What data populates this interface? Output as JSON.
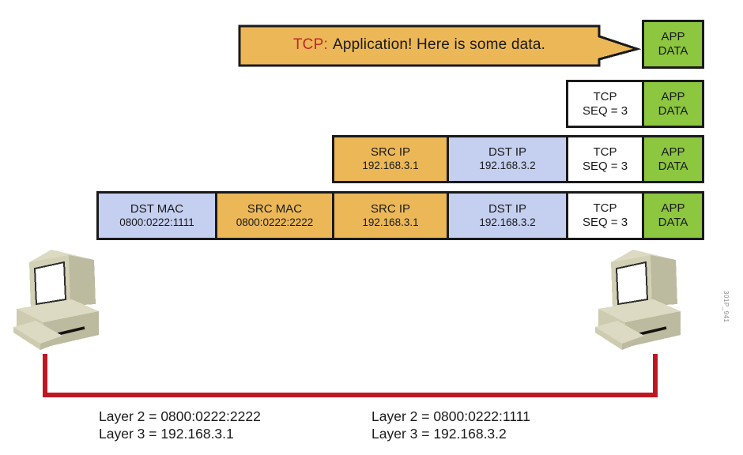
{
  "colors": {
    "orange": "#ECB857",
    "green": "#8DC63F",
    "blue": "#C5CFF0",
    "white": "#FFFFFF",
    "border": "#1A1A1A",
    "red-text": "#C1272D",
    "cable": "#BF1722",
    "text": "#1A1A1A",
    "beige-top": "#DCDAC2",
    "beige-front": "#D2D0B5",
    "beige-side": "#BCBA9F",
    "watermark": "#8A8A8A"
  },
  "callout": {
    "prefix": "TCP:",
    "message": "Application! Here is some data."
  },
  "rows": [
    {
      "cells": [
        {
          "line1": "APP",
          "line2": "DATA"
        }
      ]
    },
    {
      "cells": [
        {
          "line1": "TCP",
          "line2": "SEQ = 3"
        },
        {
          "line1": "APP",
          "line2": "DATA"
        }
      ]
    },
    {
      "cells": [
        {
          "line1": "SRC IP",
          "line2": "192.168.3.1"
        },
        {
          "line1": "DST IP",
          "line2": "192.168.3.2"
        },
        {
          "line1": "TCP",
          "line2": "SEQ = 3"
        },
        {
          "line1": "APP",
          "line2": "DATA"
        }
      ]
    },
    {
      "cells": [
        {
          "line1": "DST MAC",
          "line2": "0800:0222:1111"
        },
        {
          "line1": "SRC MAC",
          "line2": "0800:0222:2222"
        },
        {
          "line1": "SRC IP",
          "line2": "192.168.3.1"
        },
        {
          "line1": "DST IP",
          "line2": "192.168.3.2"
        },
        {
          "line1": "TCP",
          "line2": "SEQ = 3"
        },
        {
          "line1": "APP",
          "line2": "DATA"
        }
      ]
    }
  ],
  "host_labels": {
    "left": {
      "line1": "Layer 2 = 0800:0222:2222",
      "line2": "Layer 3 = 192.168.3.1"
    },
    "right": {
      "line1": "Layer 2 = 0800:0222:1111",
      "line2": "Layer 3 = 192.168.3.2"
    }
  },
  "figure_id": "301P_941"
}
